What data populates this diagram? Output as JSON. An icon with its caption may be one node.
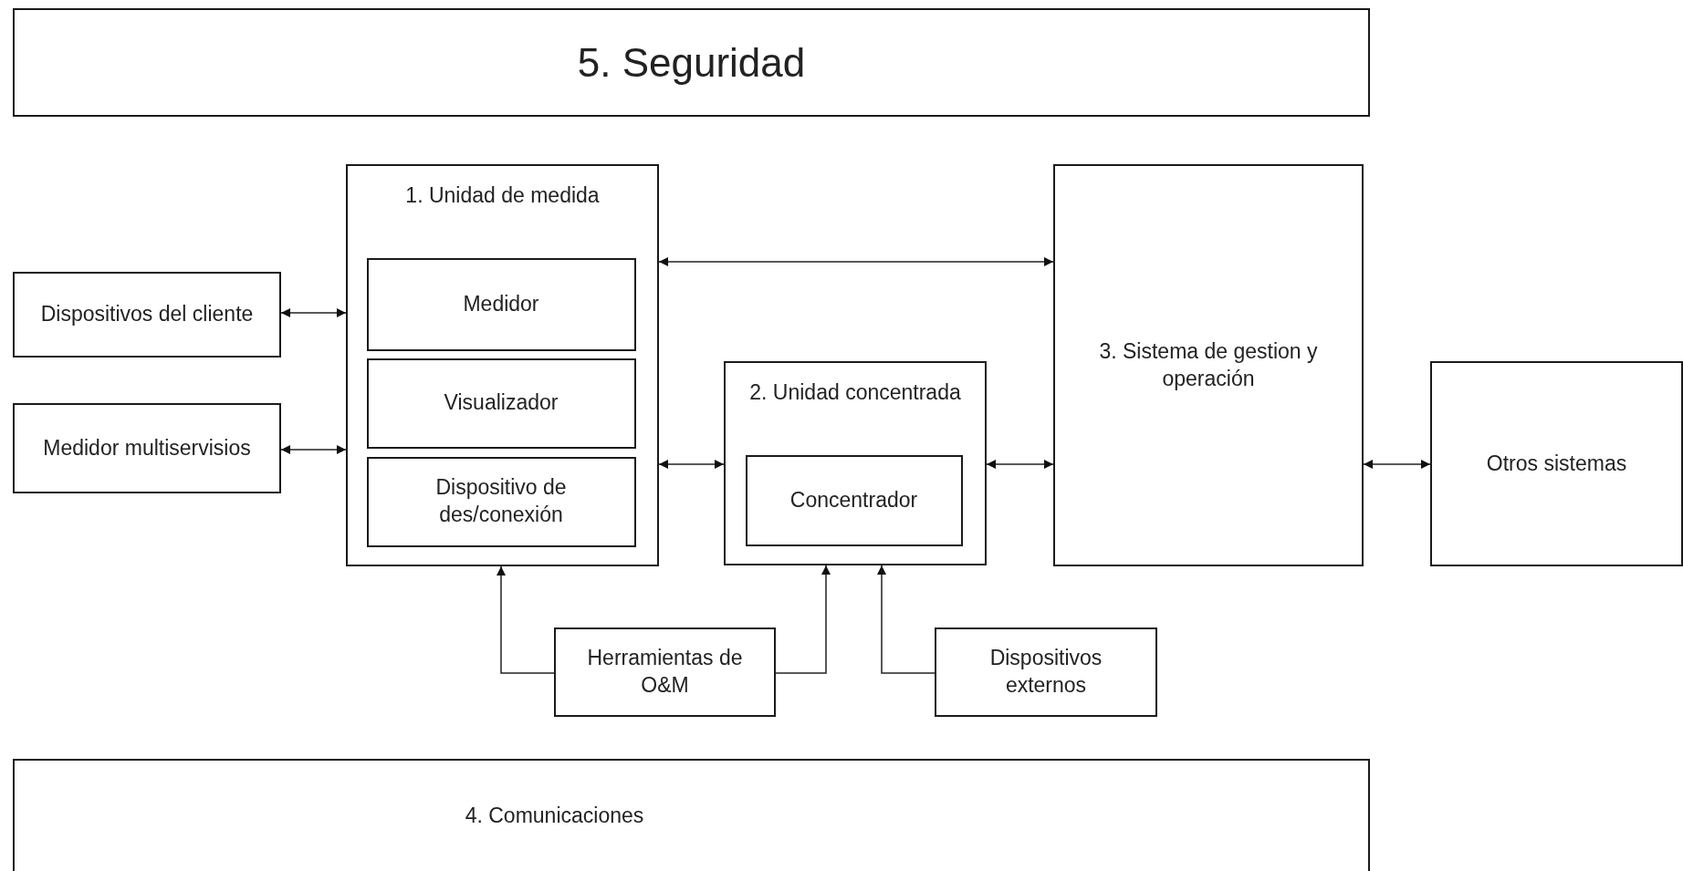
{
  "diagram": {
    "nodes": [
      {
        "text": [
          "5. Seguridad"
        ]
      },
      {
        "text": [
          "1. Unidad de medida"
        ]
      },
      {
        "text": [
          "Medidor"
        ],
        "in": 1
      },
      {
        "text": [
          "Visualizador"
        ],
        "in": 1
      },
      {
        "text": [
          "Dispositivo de des/conexión"
        ],
        "in": 1
      },
      {
        "text": [
          "Dispositivos del cliente"
        ]
      },
      {
        "text": [
          "Medidor multiservisios"
        ]
      },
      {
        "text": [
          "2. Unidad concentrada"
        ]
      },
      {
        "text": [
          "Concentrador"
        ],
        "in": 7
      },
      {
        "text": [
          "3. Sistema de gestion y operación"
        ]
      },
      {
        "text": [
          "Otros sistemas"
        ]
      },
      {
        "text": [
          "Herramientas de O&M"
        ]
      },
      {
        "text": [
          "Dispositivos externos"
        ]
      },
      {
        "text": [
          "4. Comunicaciones"
        ]
      }
    ],
    "edges": [
      {
        "from": 5,
        "to": 1,
        "arrow": "both"
      },
      {
        "from": 6,
        "to": 1,
        "arrow": "both"
      },
      {
        "from": 1,
        "to": 9,
        "arrow": "both"
      },
      {
        "from": 1,
        "to": 7,
        "arrow": "both"
      },
      {
        "from": 7,
        "to": 9,
        "arrow": "both"
      },
      {
        "from": 9,
        "to": 10,
        "arrow": "both"
      },
      {
        "from": 11,
        "to": 1,
        "arrow": "to"
      },
      {
        "from": 11,
        "to": 7,
        "arrow": "to"
      },
      {
        "from": 12,
        "to": 7,
        "arrow": "to"
      }
    ]
  }
}
